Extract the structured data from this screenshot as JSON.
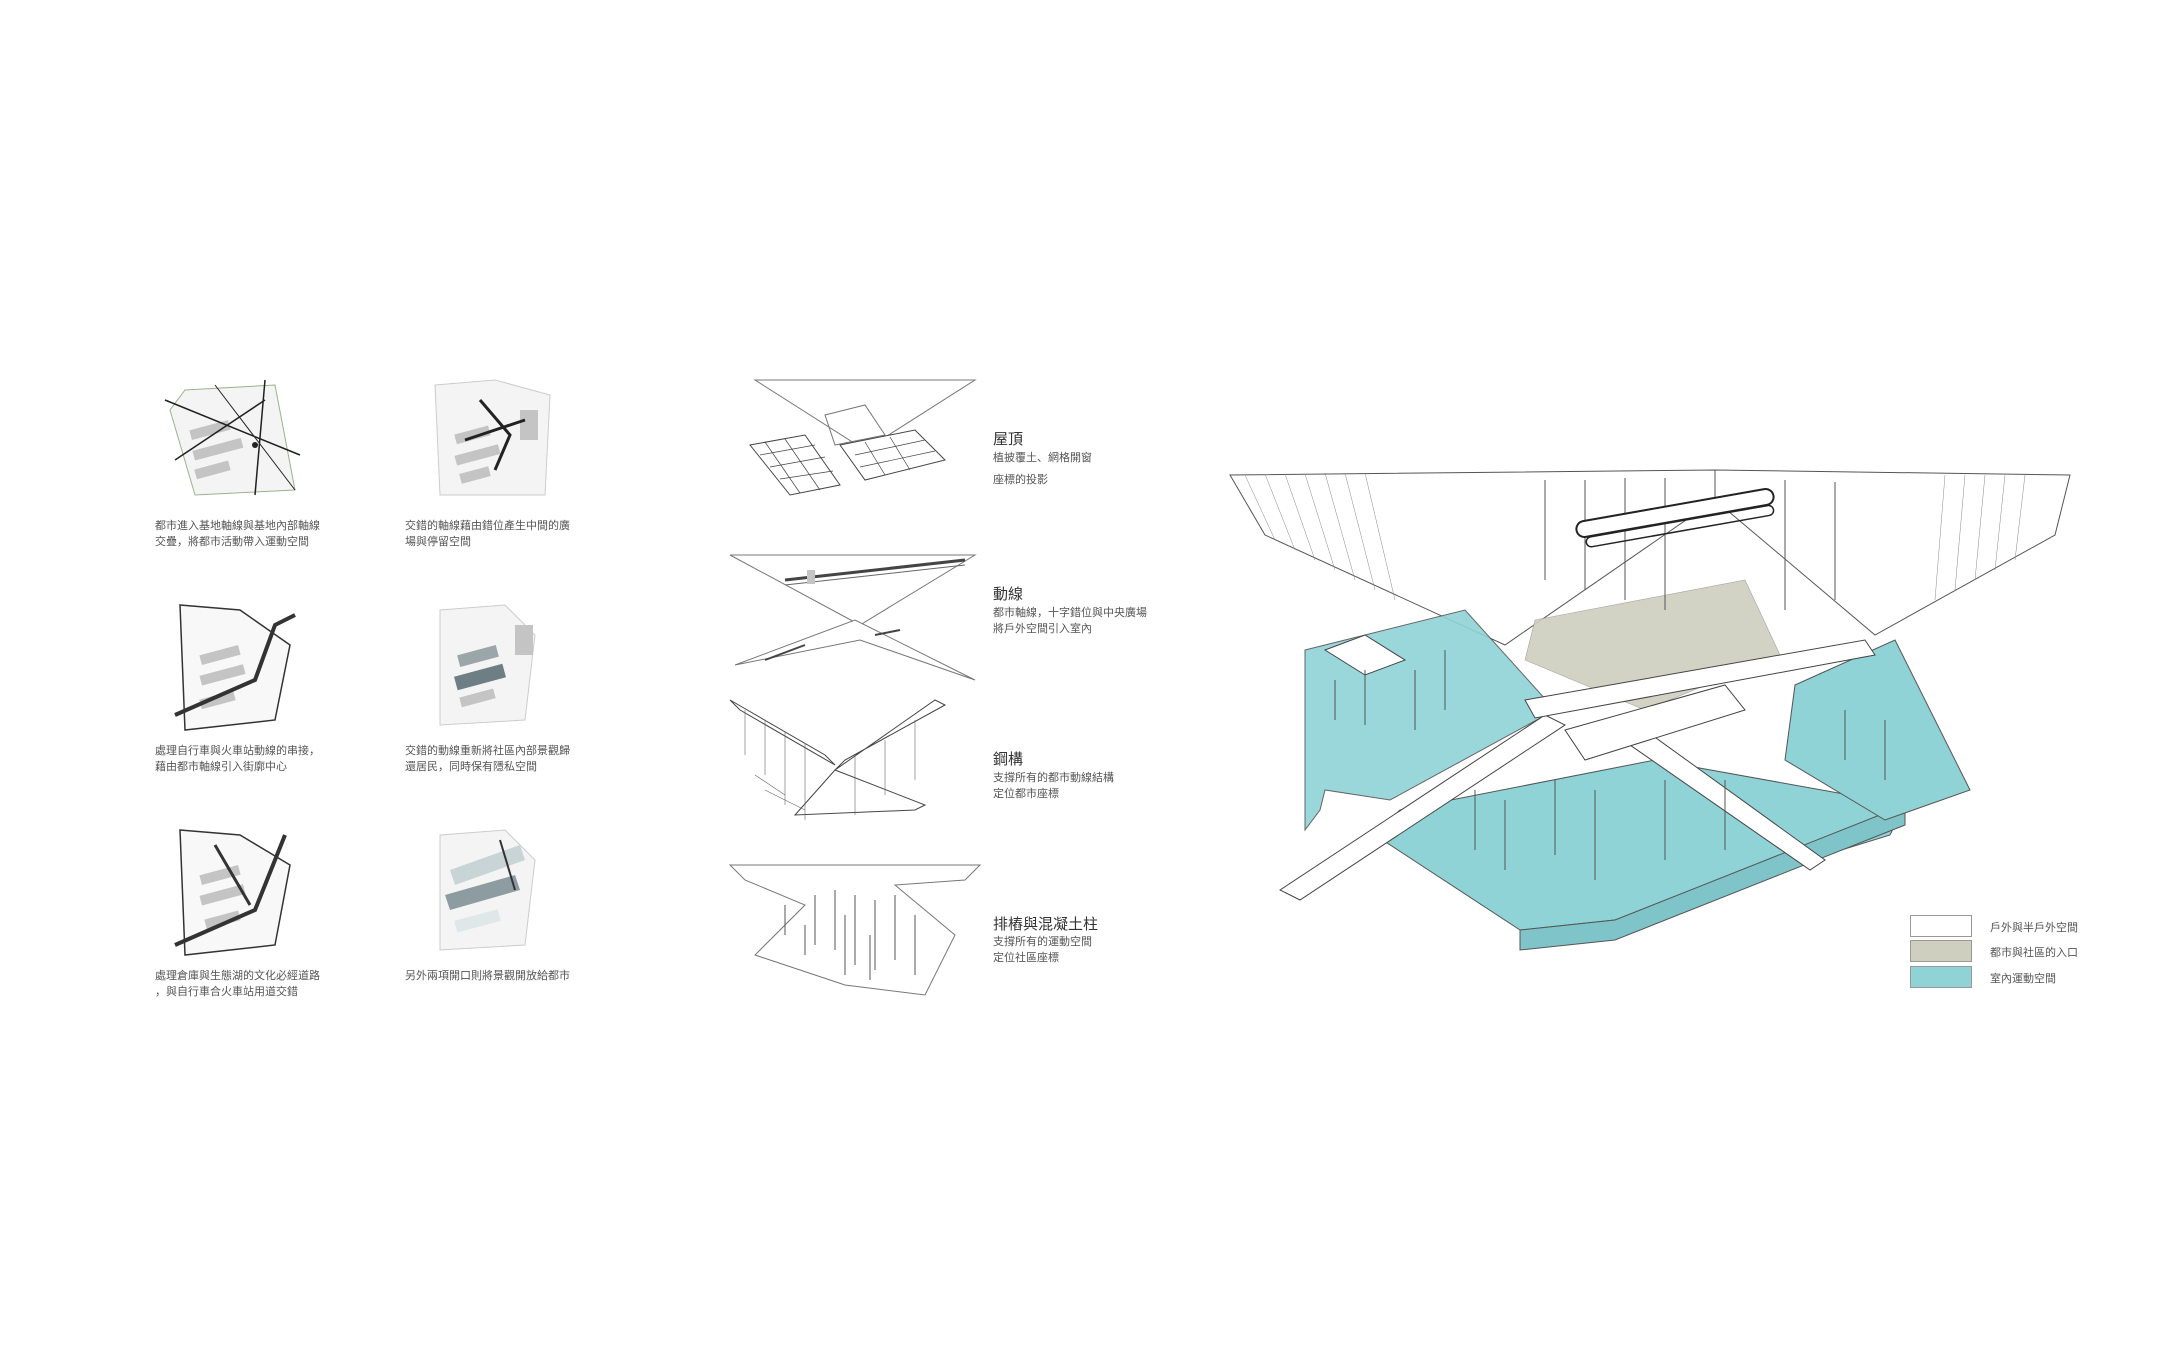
{
  "site_diagrams": [
    {
      "caption_line1": "都市進入基地軸線與基地內部軸線",
      "caption_line2": "交疊，將都市活動帶入運動空間"
    },
    {
      "caption_line1": "交錯的軸線藉由錯位產生中間的廣",
      "caption_line2": "場與停留空間"
    },
    {
      "caption_line1": "處理自行車與火車站動線的串接，",
      "caption_line2": "藉由都市軸線引入街廓中心"
    },
    {
      "caption_line1": "交錯的動線重新將社區內部景觀歸",
      "caption_line2": "還居民，同時保有隱私空間"
    },
    {
      "caption_line1": "處理倉庫與生態湖的文化必經道路",
      "caption_line2": "，與自行車合火車站用道交錯"
    },
    {
      "caption_line1": "另外兩項開口則將景觀開放給都市",
      "caption_line2": ""
    }
  ],
  "layers": [
    {
      "title": "屋頂",
      "desc_line1": "植披覆土、網格開窗",
      "desc_line2": "座標的投影"
    },
    {
      "title": "動線",
      "desc_line1": "都市軸線，十字錯位與中央廣場",
      "desc_line2": "將戶外空間引入室內"
    },
    {
      "title": "鋼構",
      "desc_line1": "支撐所有的都市動線結構",
      "desc_line2": "定位都市座標"
    },
    {
      "title": "排樁與混凝土柱",
      "desc_line1": "支撐所有的運動空間",
      "desc_line2": "定位社區座標"
    }
  ],
  "legend": [
    {
      "label": "戶外與半戶外空間",
      "color": "#ffffff"
    },
    {
      "label": "都市與社區的入口",
      "color": "#cfcfbf"
    },
    {
      "label": "室內運動空間",
      "color": "#8fd3d6"
    }
  ],
  "colors": {
    "teal": "#8fd3d6",
    "khaki": "#cfcfbf",
    "line": "#555555",
    "gray_block": "#bdbdbd"
  }
}
